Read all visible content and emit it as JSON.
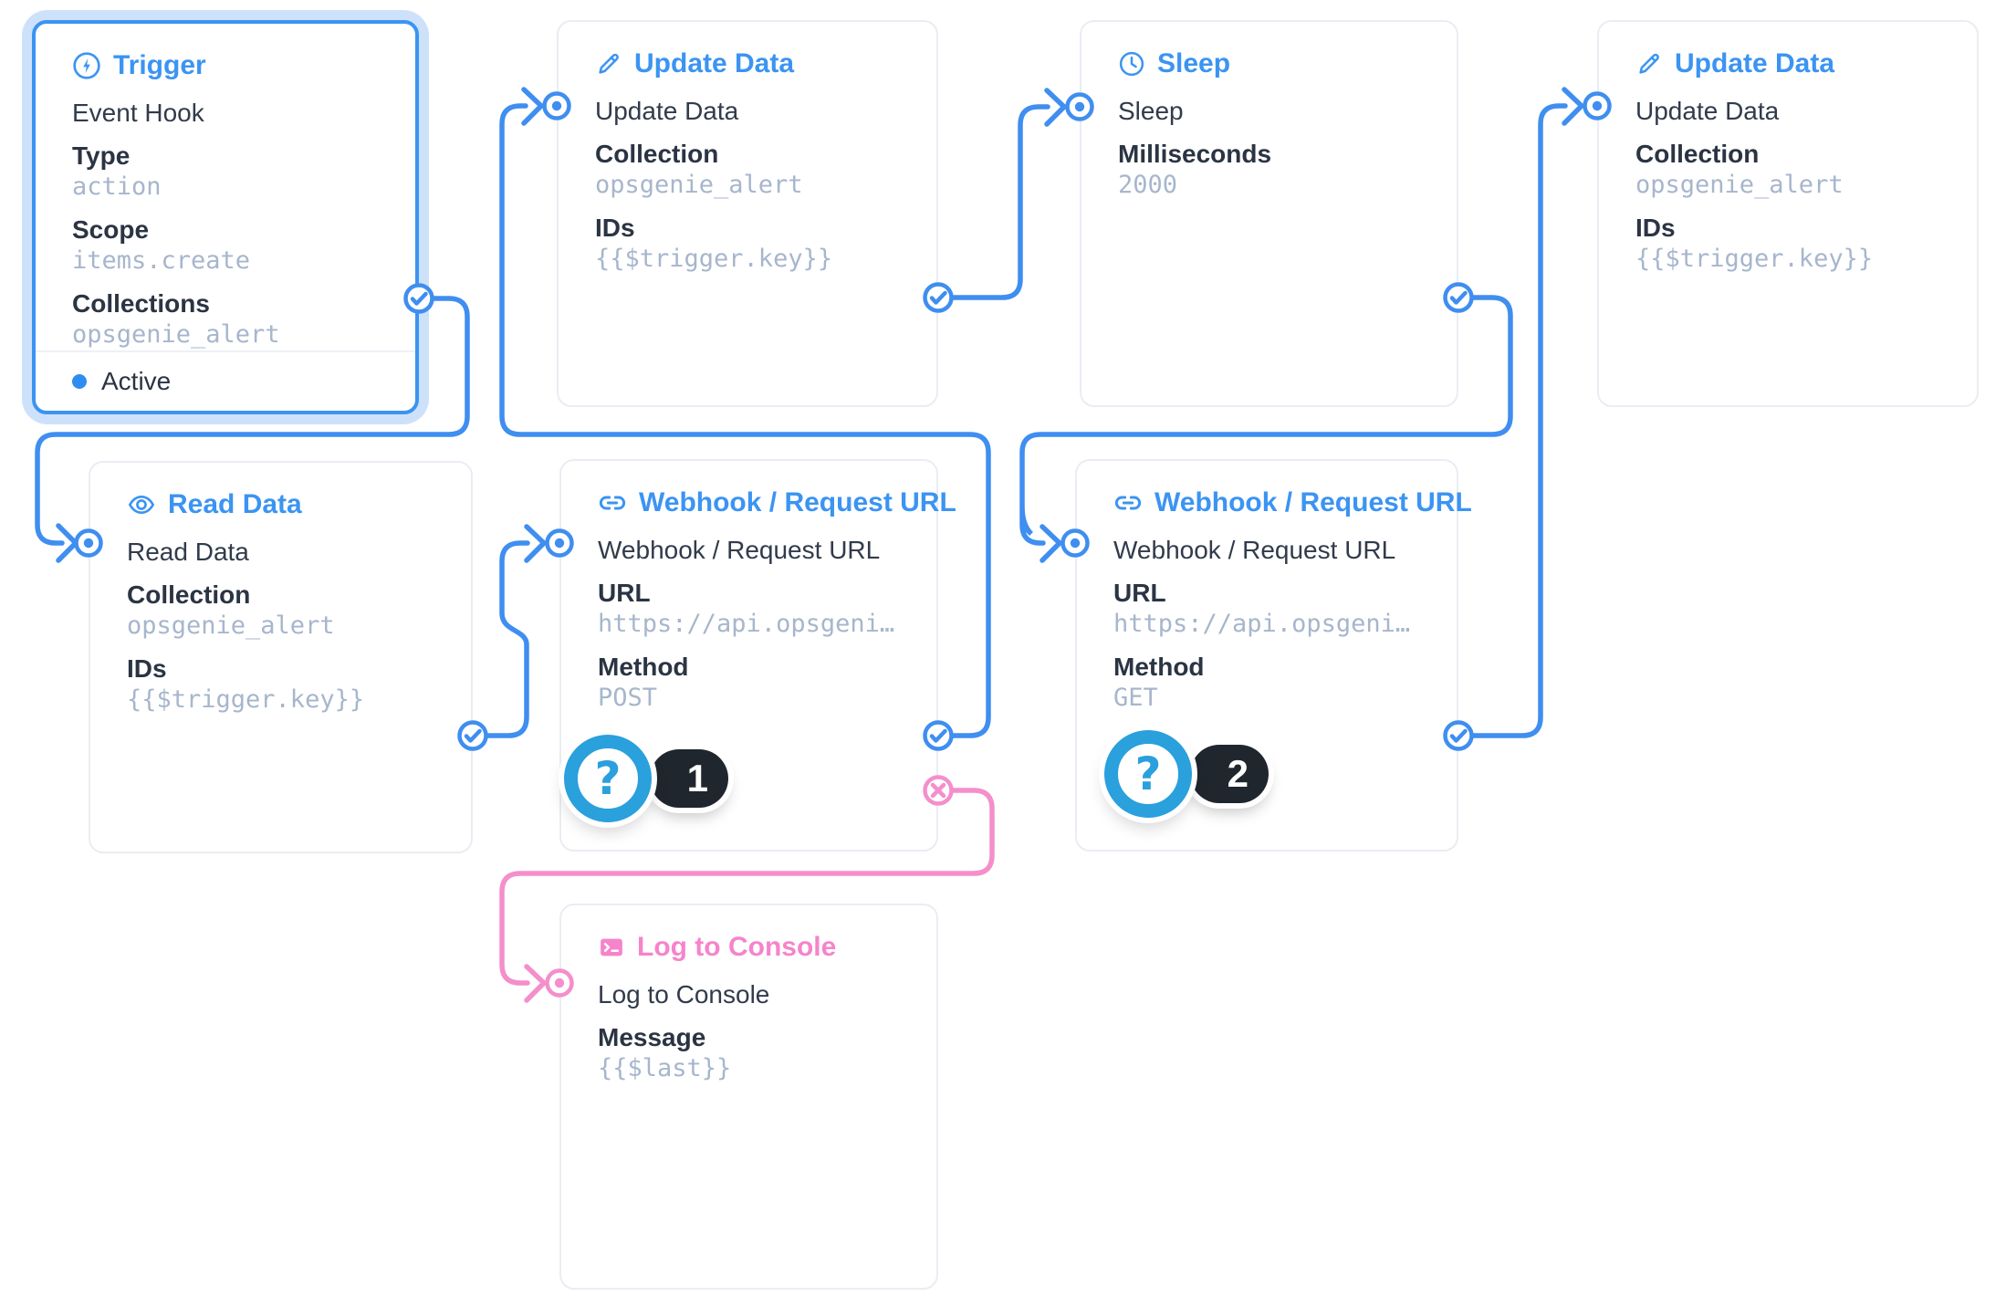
{
  "colors": {
    "accent_blue": "#3b94f2",
    "accent_pink": "#f48fcb",
    "badge_blue": "#2aa0dd",
    "badge_dark": "#20262e",
    "value_text": "#a7b6cc",
    "selection_halo": "#cde2fa"
  },
  "nodes": [
    {
      "id": "trigger",
      "title": "Trigger",
      "icon": "bolt-circle-icon",
      "accent": "blue",
      "selected": true,
      "name": "Event Hook",
      "fields": [
        {
          "label": "Type",
          "value": "action"
        },
        {
          "label": "Scope",
          "value": "items.create"
        },
        {
          "label": "Collections",
          "value": "opsgenie_alert"
        }
      ],
      "status": "Active"
    },
    {
      "id": "update1",
      "title": "Update Data",
      "icon": "pencil-icon",
      "accent": "blue",
      "name": "Update Data",
      "fields": [
        {
          "label": "Collection",
          "value": "opsgenie_alert"
        },
        {
          "label": "IDs",
          "value": "{{$trigger.key}}"
        }
      ]
    },
    {
      "id": "sleep",
      "title": "Sleep",
      "icon": "clock-icon",
      "accent": "blue",
      "name": "Sleep",
      "fields": [
        {
          "label": "Milliseconds",
          "value": "2000"
        }
      ]
    },
    {
      "id": "update2",
      "title": "Update Data",
      "icon": "pencil-icon",
      "accent": "blue",
      "name": "Update Data",
      "fields": [
        {
          "label": "Collection",
          "value": "opsgenie_alert"
        },
        {
          "label": "IDs",
          "value": "{{$trigger.key}}"
        }
      ]
    },
    {
      "id": "read",
      "title": "Read Data",
      "icon": "eye-icon",
      "accent": "blue",
      "name": "Read Data",
      "fields": [
        {
          "label": "Collection",
          "value": "opsgenie_alert"
        },
        {
          "label": "IDs",
          "value": "{{$trigger.key}}"
        }
      ]
    },
    {
      "id": "webhook1",
      "title": "Webhook / Request URL",
      "icon": "link-icon",
      "accent": "blue",
      "name": "Webhook / Request URL",
      "fields": [
        {
          "label": "URL",
          "value": "https://api.opsgenie.com/v…"
        },
        {
          "label": "Method",
          "value": "POST"
        }
      ],
      "badge": "1",
      "badge_icon": "question-mark-icon",
      "badge_glyph": "?"
    },
    {
      "id": "webhook2",
      "title": "Webhook / Request URL",
      "icon": "link-icon",
      "accent": "blue",
      "name": "Webhook / Request URL",
      "fields": [
        {
          "label": "URL",
          "value": "https://api.opsgenie.com/v…"
        },
        {
          "label": "Method",
          "value": "GET"
        }
      ],
      "badge": "2",
      "badge_icon": "question-mark-icon",
      "badge_glyph": "?"
    },
    {
      "id": "log",
      "title": "Log to Console",
      "icon": "terminal-icon",
      "accent": "pink",
      "name": "Log to Console",
      "fields": [
        {
          "label": "Message",
          "value": "{{$last}}"
        }
      ]
    }
  ],
  "connections": [
    {
      "from": "trigger",
      "type": "resolve",
      "to": "read"
    },
    {
      "from": "read",
      "type": "resolve",
      "to": "webhook1"
    },
    {
      "from": "webhook1",
      "type": "resolve",
      "to": "update1"
    },
    {
      "from": "update1",
      "type": "resolve",
      "to": "sleep"
    },
    {
      "from": "sleep",
      "type": "resolve",
      "to": "webhook2"
    },
    {
      "from": "webhook2",
      "type": "resolve",
      "to": "update2"
    },
    {
      "from": "webhook1",
      "type": "reject",
      "to": "log"
    }
  ]
}
